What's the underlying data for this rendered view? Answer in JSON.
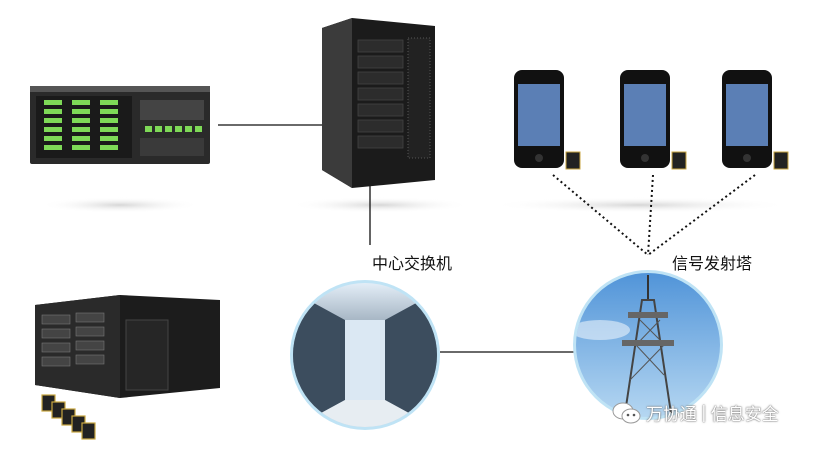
{
  "labels": {
    "switch": "中心交换机",
    "tower": "信号发射塔"
  },
  "watermark": {
    "brand": "万协通",
    "separator": "|",
    "tagline": "信息安全"
  },
  "colors": {
    "line": "#111111",
    "circle_border": "#bfe3f5",
    "led_green": "#7ed957"
  }
}
